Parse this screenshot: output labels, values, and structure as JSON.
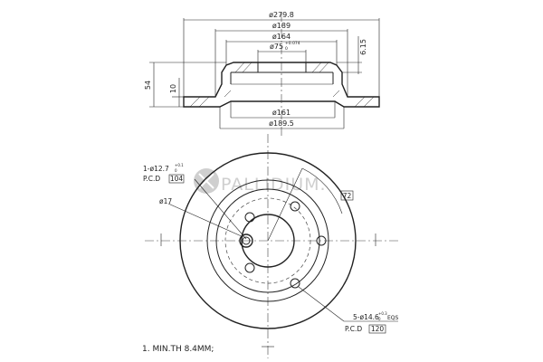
{
  "section_view": {
    "dim_outer_diameter": "ø279.8",
    "dim_hat_outer_diameter": "ø189",
    "dim_hat_inner_diameter": "ø164",
    "dim_center_bore": "ø75",
    "dim_center_bore_tolerance_upper": "+0.074",
    "dim_center_bore_tolerance_lower": "0",
    "dim_hat_thickness": "6.15",
    "dim_total_height": "54",
    "dim_disc_thickness": "10",
    "dim_bottom_inner_diameter": "ø161",
    "dim_bottom_outer_diameter": "ø189.5"
  },
  "front_view": {
    "label_stud_hole": "1-ø12.7",
    "label_stud_hole_sup": "+0.1",
    "label_stud_hole_sub": "0",
    "label_stud_pcd_prefix": "P.C.D",
    "label_stud_pcd_value": "104",
    "label_pilot_hole": "ø17",
    "label_angle": "72",
    "label_bolt_holes": "5-ø14.6",
    "label_bolt_holes_sup": "+0.3",
    "label_bolt_holes_sub": "0",
    "label_bolt_holes_suffix": "EQS",
    "label_bolt_pcd_prefix": "P.C.D",
    "label_bolt_pcd_value": "120"
  },
  "brand": {
    "name": "PALLIDIUM."
  },
  "note": {
    "min_thickness": "1. MIN.TH 8.4MM;"
  },
  "colors": {
    "line": "#222222",
    "watermark": "#cfcfcf",
    "background": "#ffffff"
  }
}
